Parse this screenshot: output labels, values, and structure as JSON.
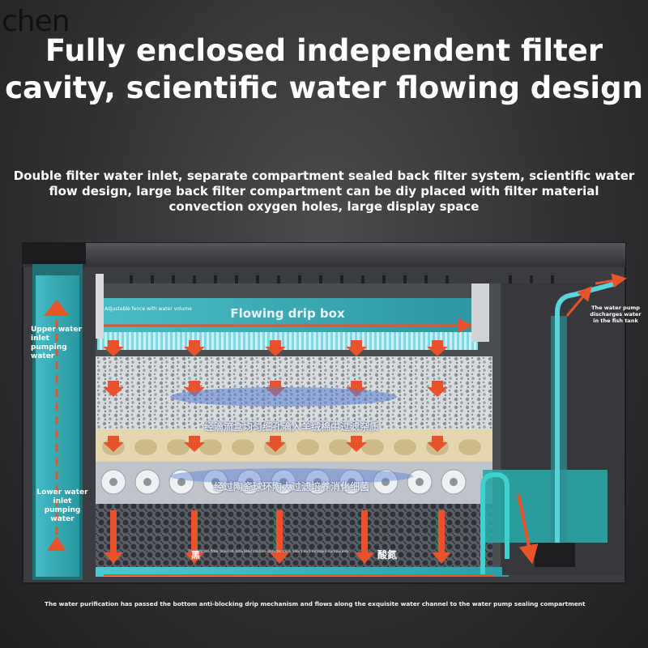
{
  "watermark": "chen",
  "headline": {
    "line1": "Fully enclosed independent filter",
    "line2": "cavity, scientific water flowing design"
  },
  "description": "Double filter water inlet, separate compartment sealed back filter system, scientific water flow design, large back filter compartment can be diy placed with filter material convection oxygen holes, large display space",
  "labels": {
    "upper_inlet": "Upper water inlet pumping water",
    "lower_inlet": "Lower water inlet pumping water",
    "fence": "Adjustable fence with water volume",
    "drip_box": "Flowing drip box",
    "pump": "The water pump discharges water in the fish tank",
    "cotton_layer": "经滴流盒均匀细孔滴入羊绒棉中过滤杂质",
    "ceramic_layer": "经过陶瓷球环陶大过滤培养消化细菌",
    "bottom_tiny": "The bottom filter layer of activated carbon absorbs toxic odors and nitrogen compounds",
    "bottom_cn_left": "黑",
    "bottom_cn_right": "酸氮"
  },
  "caption": "The water purification has passed the bottom anti-blocking drip mechanism and flows along the exquisite water channel to the water pump sealing compartment",
  "colors": {
    "arrow": "#e8532b",
    "water": "#36b8c3",
    "pump_box": "#2aa7a6",
    "frame": "#3c3d3f"
  }
}
